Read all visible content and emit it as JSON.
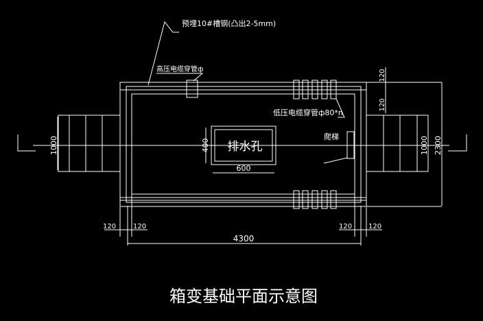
{
  "title": "箱变基础平面示意图",
  "annotations": {
    "channel_steel": "预埋10#槽钢(凸出2-5mm)",
    "hv_pipe": "高压电缆穿管ф",
    "lv_pipe": "低压电缆穿管ф80*n",
    "drain": "排水孔",
    "ladder": "爬梯"
  },
  "dimensions": {
    "total_length": "4300",
    "total_width": "2300",
    "wall_left_outer": "120",
    "wall_left_inner": "120",
    "wall_right_outer": "120",
    "wall_right_inner": "120",
    "wall_top": "120",
    "wall_top_inner": "120",
    "drain_width": "600",
    "drain_height": "400",
    "step_left": "1000",
    "step_right": "1000"
  },
  "colors": {
    "background": "#000000",
    "lines": "#ffffff"
  }
}
